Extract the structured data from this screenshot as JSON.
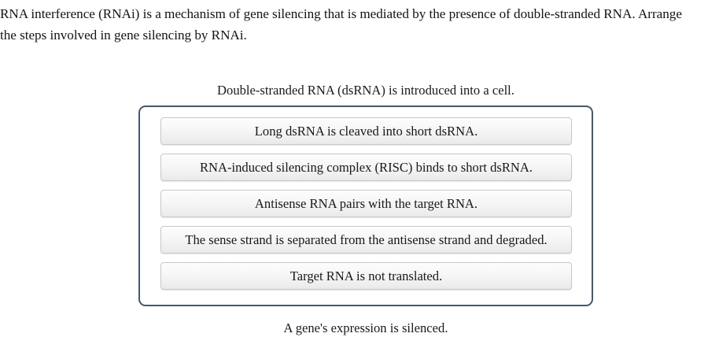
{
  "prompt": {
    "line1": "RNA interference (RNAi) is a mechanism of gene silencing that is mediated by the presence of double-stranded RNA. Arrange",
    "line2": "the steps involved in gene silencing by RNAi."
  },
  "ordering": {
    "anchor_top": "Double-stranded RNA (dsRNA) is introduced into a cell.",
    "anchor_bottom": "A gene's expression is silenced.",
    "steps": [
      {
        "label": "Long dsRNA is cleaved into short dsRNA."
      },
      {
        "label": "RNA-induced silencing complex (RISC) binds to short dsRNA."
      },
      {
        "label": "Antisense RNA pairs with the target RNA."
      },
      {
        "label": "The sense strand is separated from the antisense strand and degraded."
      },
      {
        "label": "Target RNA is not translated."
      }
    ]
  },
  "colors": {
    "drop_zone_border": "#47596b",
    "item_border": "#c8c8c8",
    "text": "#1a1a1a",
    "page_background": "#ffffff"
  }
}
